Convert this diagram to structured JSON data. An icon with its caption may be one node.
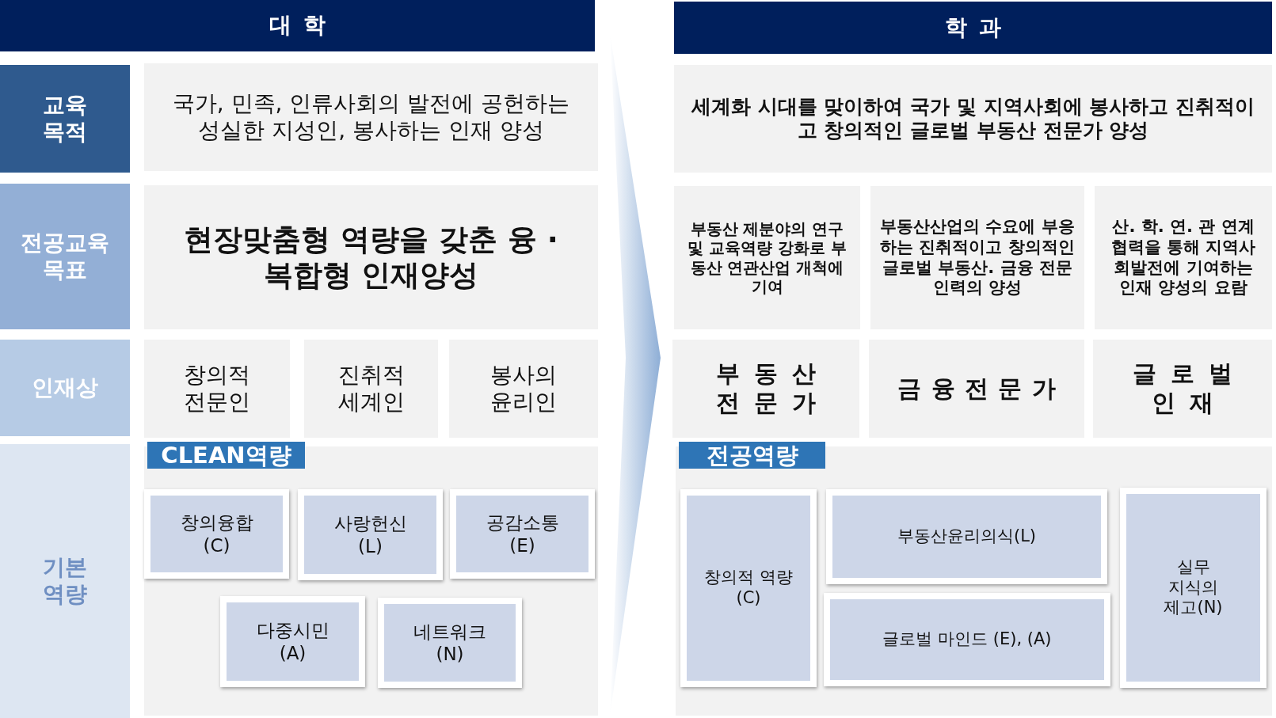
{
  "diagram": {
    "nodes": [
      {
        "text": [
          "대 학"
        ]
      },
      {
        "text": [
          "교육 목적"
        ]
      },
      {
        "text": [
          "국가, 민족, 인류사회의 발전에 공헌하는 성실한 지성인, 봉사하는 인재 양성"
        ]
      },
      {
        "text": [
          "전공교육 목표"
        ]
      },
      {
        "text": [
          "현장맞춤형 역량을 갖춘 융 ·복합형 인재양성"
        ]
      },
      {
        "text": [
          "인재상"
        ]
      },
      {
        "text": [
          "창의적 전문인"
        ]
      },
      {
        "text": [
          "진취적 세계인"
        ]
      },
      {
        "text": [
          "봉사의 윤리인"
        ]
      },
      {
        "text": [
          "기본 역량"
        ]
      },
      {
        "text": [
          "CLEAN역량"
        ]
      },
      {
        "text": [
          "창의융합 (C)"
        ],
        "in": 10
      },
      {
        "text": [
          "사랑헌신 (L)"
        ],
        "in": 10
      },
      {
        "text": [
          "공감소통 (E)"
        ],
        "in": 10
      },
      {
        "text": [
          "다중시민 (A)"
        ],
        "in": 10
      },
      {
        "text": [
          "네트워크 (N)"
        ],
        "in": 10
      },
      {
        "text": [
          "학 과"
        ]
      },
      {
        "text": [
          "세계화 시대를 맞이하여 국가 및 지역사회에 봉사하고 진취적이고 창의적인 글로벌 부동산 전문가 양성"
        ]
      },
      {
        "text": [
          "부동산 제분야의 연구 및 교육역량 강화로 부동산 연관산업 개척에 기여"
        ]
      },
      {
        "text": [
          "부동산산업의 수요에 부응하는 진취적이고 창의적인 글로벌 부동산. 금융 전문인력의 양성"
        ]
      },
      {
        "text": [
          "산. 학. 연. 관 연계협력을 통해 지역사회발전에 기여하는 인재 양성의 요람"
        ]
      },
      {
        "text": [
          "부 동 산 전 문 가"
        ]
      },
      {
        "text": [
          "금 융 전 문 가"
        ]
      },
      {
        "text": [
          "글 로 벌 인 재"
        ]
      },
      {
        "text": [
          "전공역량"
        ]
      },
      {
        "text": [
          "창의적 역량(C)"
        ],
        "in": 24
      },
      {
        "text": [
          "부동산윤리의식(L)"
        ],
        "in": 24
      },
      {
        "text": [
          "글로벌 마인드 (E), (A)"
        ],
        "in": 24
      },
      {
        "text": [
          "실무 지식의 제고(N)"
        ],
        "in": 24
      }
    ]
  }
}
